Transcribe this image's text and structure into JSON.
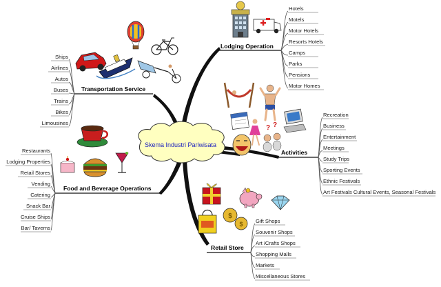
{
  "center": {
    "label": "Skema Industri Pariwisata"
  },
  "branches": {
    "lodging": {
      "label": "Lodging Operation",
      "items": [
        "Hotels",
        "Motels",
        "Motor Hotels",
        "Resorts Hotels",
        "Camps",
        "Parks",
        "Pensions",
        "Motor Homes"
      ]
    },
    "transportation": {
      "label": "Transportation Service",
      "items": [
        "Ships",
        "Airlines",
        "Autos",
        "Buses",
        "Trains",
        "Bikes",
        "Limousines"
      ]
    },
    "activities": {
      "label": "Activities",
      "items": [
        "Recreation",
        "Business",
        "Entertainment",
        "Meetings",
        "Study Trips",
        "Sporting Events",
        "Ethnic Festivals",
        "Art Festivals Cultural Events, Seasonal Festivals"
      ]
    },
    "food": {
      "label": "Food and Beverage Operations",
      "items": [
        "Restaurants",
        "Lodging Properties",
        "Retail Stores",
        "Vending",
        "Catering",
        "Snack Bar",
        "Cruise Ships",
        "Bar/ Taverns"
      ]
    },
    "retail": {
      "label": "Retail Store",
      "items": [
        "Gift Shops",
        "Souvenir Shops",
        "Art /Crafts Shops",
        "Shopping Malls",
        "Markets",
        "Miscellaneous Stores"
      ]
    }
  },
  "colors": {
    "center_fill": "#ffffc0",
    "center_stroke": "#333333",
    "center_text": "#1a1fbf",
    "branch": "#111111",
    "leaf_line": "#555555"
  }
}
